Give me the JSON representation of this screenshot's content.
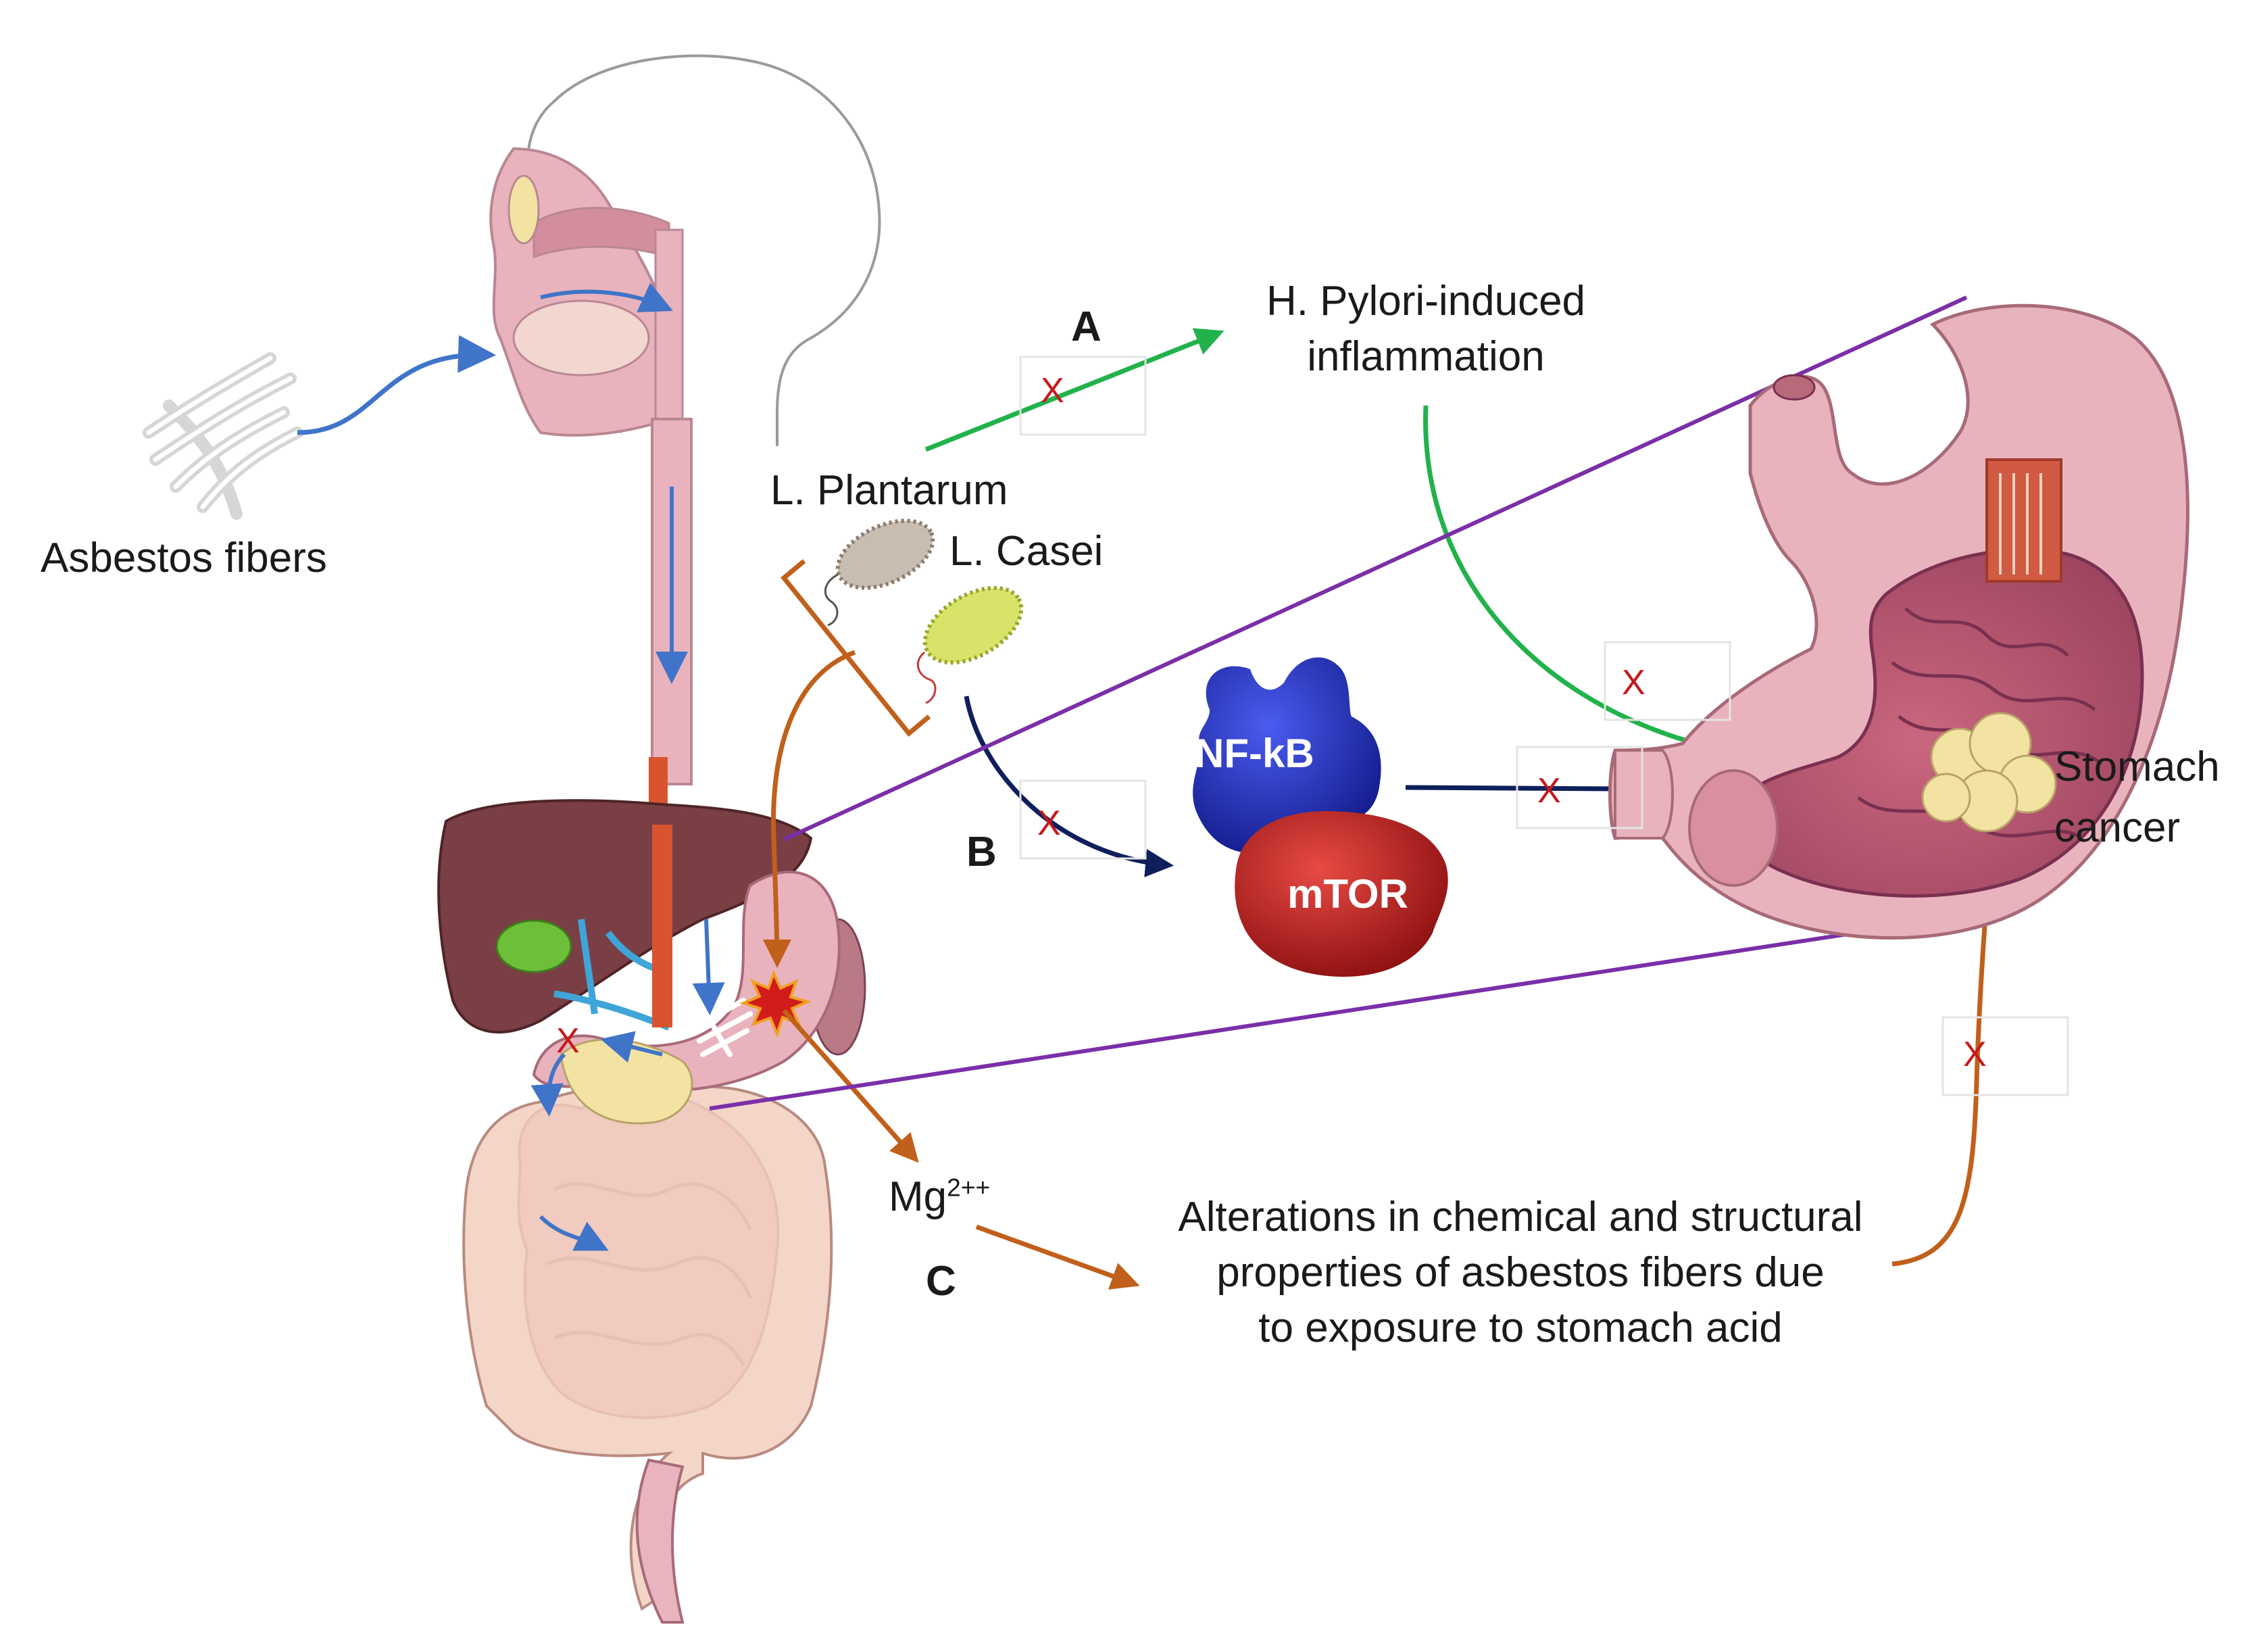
{
  "labels": {
    "asbestos": "Asbestos fibers",
    "plantarum": "L. Plantarum",
    "casei": "L. Casei",
    "hpylori_line1": "H. Pylori-induced",
    "hpylori_line2": "inflammation",
    "letter_a": "A",
    "letter_b": "B",
    "letter_c": "C",
    "nfkb": "NF-kB",
    "mtor": "mTOR",
    "stomach_line1": "Stomach",
    "stomach_line2": "cancer",
    "mg_base": "Mg",
    "mg_sup": "2++",
    "alter_line1": "Alterations in chemical and structural",
    "alter_line2": "properties of asbestos fibers due",
    "alter_line3": "to exposure to stomach acid"
  },
  "inhibit_mark": "X",
  "colors": {
    "green": "#22b24c",
    "navy": "#0f1f5c",
    "orange": "#c0601a",
    "purple": "#7a2fa8",
    "blue_arrow": "#3f74c8",
    "inhibit_x": "#c41a1a",
    "nfkb": "#2230b8",
    "mtor": "#c41a1a",
    "organ_pink": "#e9b3bd",
    "liver": "#7a3f44",
    "tumor": "#f3e3a2"
  }
}
